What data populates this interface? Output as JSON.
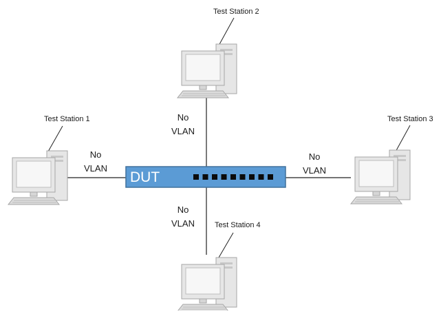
{
  "dut": {
    "label": "DUT",
    "port_count": 9,
    "color": "#5b9bd5"
  },
  "stations": [
    {
      "label": "Test Station 1"
    },
    {
      "label": "Test Station 2"
    },
    {
      "label": "Test Station 3"
    },
    {
      "label": "Test Station 4"
    }
  ],
  "links": [
    {
      "line1": "No",
      "line2": "VLAN"
    },
    {
      "line1": "No",
      "line2": "VLAN"
    },
    {
      "line1": "No",
      "line2": "VLAN"
    },
    {
      "line1": "No",
      "line2": "VLAN"
    }
  ]
}
